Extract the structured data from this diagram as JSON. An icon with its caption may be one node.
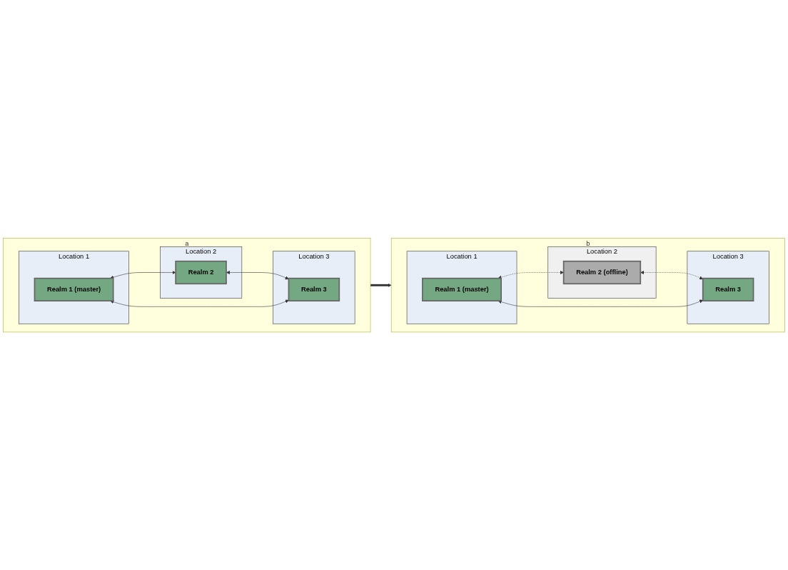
{
  "diagram": {
    "nodes": [
      {
        "text": [
          "a"
        ]
      },
      {
        "text": [
          "Location 1"
        ],
        "in": 0
      },
      {
        "text": [
          "Realm 1 (master)"
        ],
        "in": 1
      },
      {
        "text": [
          "Location 2"
        ],
        "in": 0
      },
      {
        "text": [
          "Realm 2"
        ],
        "in": 3
      },
      {
        "text": [
          "Location 3"
        ],
        "in": 0
      },
      {
        "text": [
          "Realm 3"
        ],
        "in": 5
      },
      {
        "text": [
          "b"
        ]
      },
      {
        "text": [
          "Location 1"
        ],
        "in": 7
      },
      {
        "text": [
          "Realm 1 (master)"
        ],
        "in": 8
      },
      {
        "text": [
          "Location 2"
        ],
        "in": 7
      },
      {
        "text": [
          "Realm 2 (offline)"
        ],
        "in": 10
      },
      {
        "text": [
          "Location 3"
        ],
        "in": 7
      },
      {
        "text": [
          "Realm 3"
        ],
        "in": 12
      }
    ],
    "edges": [
      {
        "from": 2,
        "to": 4,
        "arrow": "both"
      },
      {
        "from": 4,
        "to": 6,
        "arrow": "both"
      },
      {
        "from": 2,
        "to": 6,
        "arrow": "both"
      },
      {
        "from": 0,
        "to": 7,
        "arrow": "to",
        "style": "thick"
      },
      {
        "from": 9,
        "to": 11,
        "arrow": "both",
        "style": "dashed"
      },
      {
        "from": 11,
        "to": 13,
        "arrow": "both",
        "style": "dashed"
      },
      {
        "from": 9,
        "to": 13,
        "arrow": "both"
      }
    ]
  }
}
